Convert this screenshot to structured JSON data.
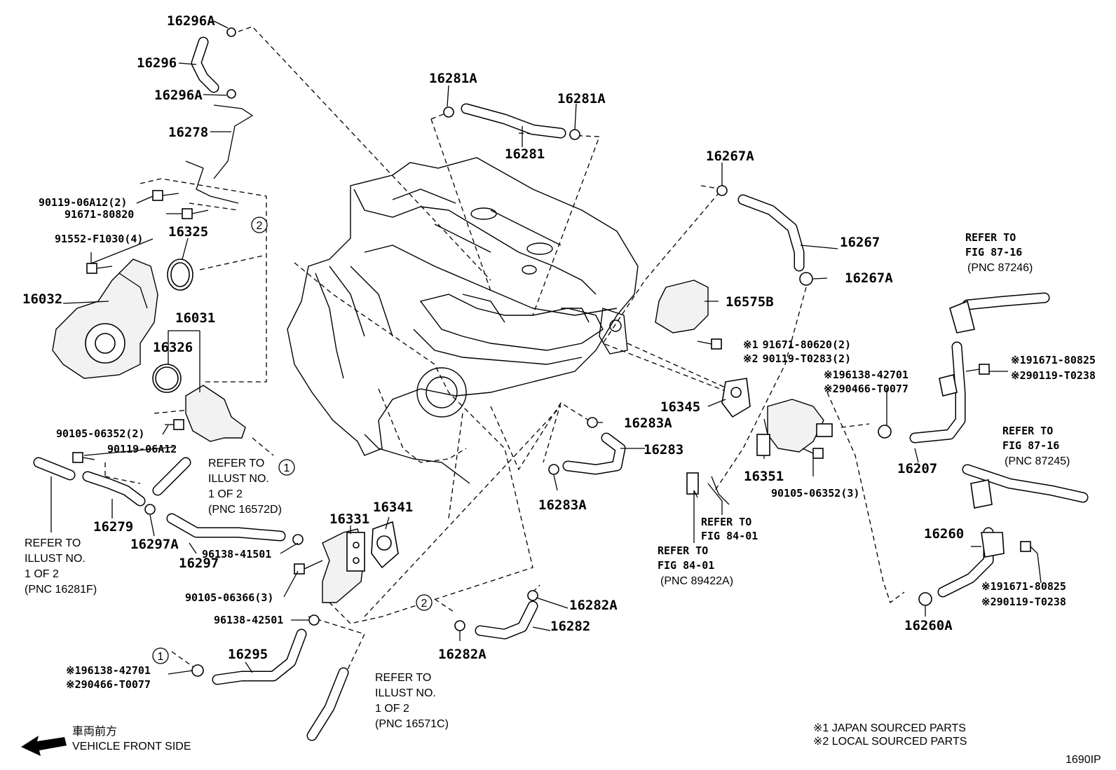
{
  "labels": {
    "p16296A_top": "16296A",
    "p16296": "16296",
    "p16296A_mid": "16296A",
    "p16278": "16278",
    "p90119_06A12_2": "90119-06A12(2)",
    "p91671_80820": "91671-80820",
    "p16325": "16325",
    "p91552": "91552-F1030(4)",
    "p16032": "16032",
    "p16031": "16031",
    "p16326": "16326",
    "p90105_06352_2": "90105-06352(2)",
    "p90119_06A12": "90119-06A12",
    "p16279": "16279",
    "p16297A": "16297A",
    "p16297": "16297",
    "p96138_41501": "96138-41501",
    "p90105_06366": "90105-06366(3)",
    "p96138_42501": "96138-42501",
    "p16295": "16295",
    "p96138_42701_a": "96138-42701",
    "p90466_T0077_a": "90466-T0077",
    "p16331": "16331",
    "p16341": "16341",
    "p16281A_left": "16281A",
    "p16281A_right": "16281A",
    "p16281": "16281",
    "p16267A_top": "16267A",
    "p16267": "16267",
    "p16267A_bot": "16267A",
    "p16575B": "16575B",
    "p91671_80620": "91671-80620(2)",
    "p90119_T0283": "90119-T0283(2)",
    "p16345": "16345",
    "p96138_42701_b": "96138-42701",
    "p90466_T0077_b": "90466-T0077",
    "p16351": "16351",
    "p90105_06352_3": "90105-06352(3)",
    "p16283A_top": "16283A",
    "p16283": "16283",
    "p16283A_bot": "16283A",
    "p16282A_right": "16282A",
    "p16282": "16282",
    "p16282A_left": "16282A",
    "p91671_80825_a": "91671-80825",
    "p90119_T0238_a": "90119-T0238",
    "p16207": "16207",
    "p16260": "16260",
    "p91671_80825_b": "91671-80825",
    "p90119_T0238_b": "90119-T0238",
    "p16260A": "16260A"
  },
  "marks": {
    "m1": "※1",
    "m2": "※2",
    "c1": "1",
    "c2": "2"
  },
  "refs": {
    "r_2_1": "REFER TO",
    "r_2_2": "ILLUST NO.",
    "r_2_3": "1 OF 2",
    "r_2_4": "(PNC 16572D)",
    "r_left_1": "REFER TO",
    "r_left_2": "ILLUST NO.",
    "r_left_3": "1 OF 2",
    "r_left_4": "(PNC 16281F)",
    "r_bot_1": "REFER TO",
    "r_bot_2": "ILLUST NO.",
    "r_bot_3": "1 OF 2",
    "r_bot_4": "(PNC 16571C)",
    "r_8401a_1": "REFER TO",
    "r_8401a_2": "FIG 84-01",
    "r_8401b_1": "REFER TO",
    "r_8401b_2": "FIG 84-01",
    "r_8401b_3": "(PNC 89422A)",
    "r_8716a_1": "REFER TO",
    "r_8716a_2": "FIG 87-16",
    "r_8716a_3": "(PNC 87246)",
    "r_8716b_1": "REFER TO",
    "r_8716b_2": "FIG 87-16",
    "r_8716b_3": "(PNC 87245)"
  },
  "front": {
    "jp": "車両前方",
    "en": "VEHICLE FRONT SIDE"
  },
  "legend": {
    "l1": "※1  JAPAN SOURCED PARTS",
    "l2": "※2  LOCAL SOURCED PARTS"
  },
  "figure_id": "1690IP"
}
